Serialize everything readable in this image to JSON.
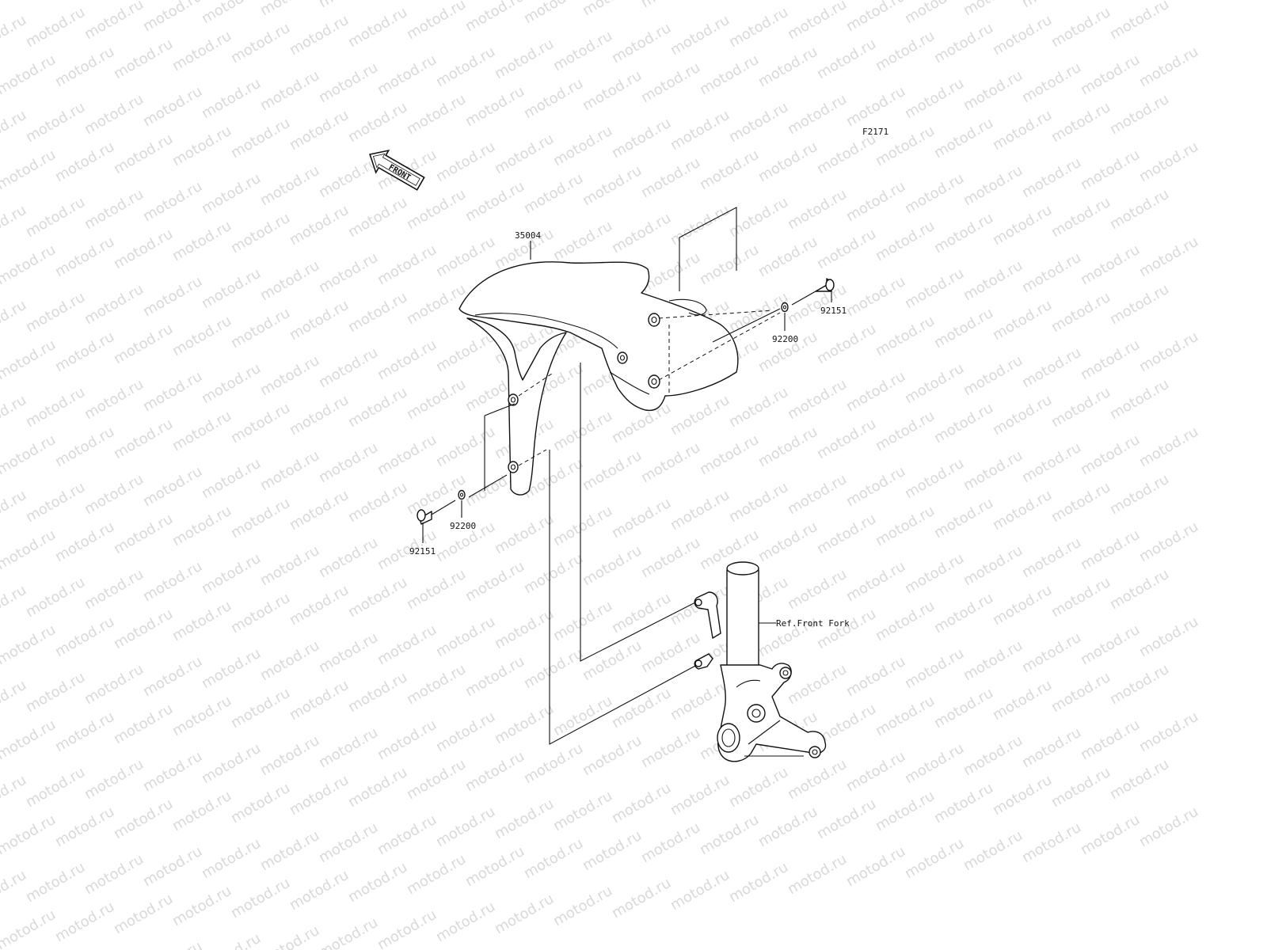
{
  "diagram": {
    "figure_code": "F2171",
    "front_marker": "FRONT",
    "watermark_text": "motod.ru",
    "parts": [
      {
        "id": "fender",
        "number": "35004"
      },
      {
        "id": "washer_right",
        "number": "92200"
      },
      {
        "id": "bolt_right",
        "number": "92151"
      },
      {
        "id": "washer_left",
        "number": "92200"
      },
      {
        "id": "bolt_left",
        "number": "92151"
      }
    ],
    "reference": "Ref.Front Fork"
  },
  "colors": {
    "line": "#111111",
    "background": "#ffffff",
    "watermark": "#d9d9d9"
  }
}
